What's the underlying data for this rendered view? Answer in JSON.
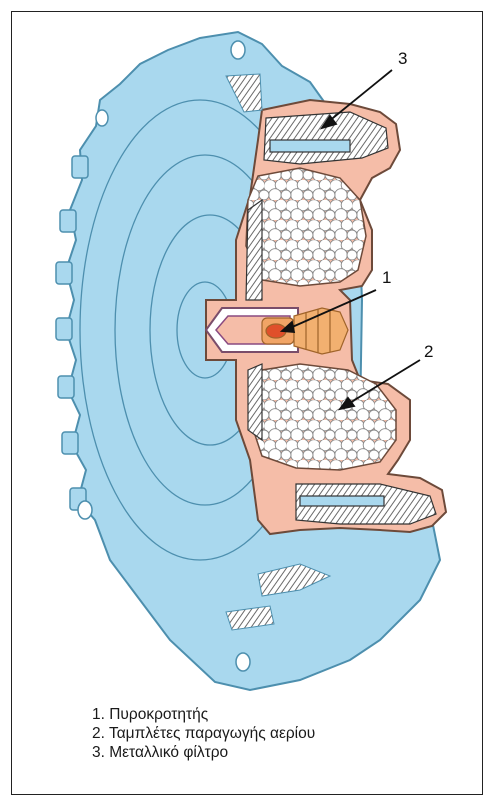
{
  "callouts": {
    "one": "1",
    "two": "2",
    "three": "3"
  },
  "legend": [
    "1. Πυροκροτητής",
    "2. Ταμπλέτες παραγωγής αερίου",
    "3. Μεταλλικό φίλτρο"
  ],
  "colors": {
    "housing": "#a9d8ee",
    "housing_line": "#4d8fae",
    "section": "#f5bda8",
    "pellet": "#ffffff",
    "filter_hatch": "#6a6a6a",
    "igniter": "#e8a55a",
    "igniter_core": "#e0502a"
  }
}
